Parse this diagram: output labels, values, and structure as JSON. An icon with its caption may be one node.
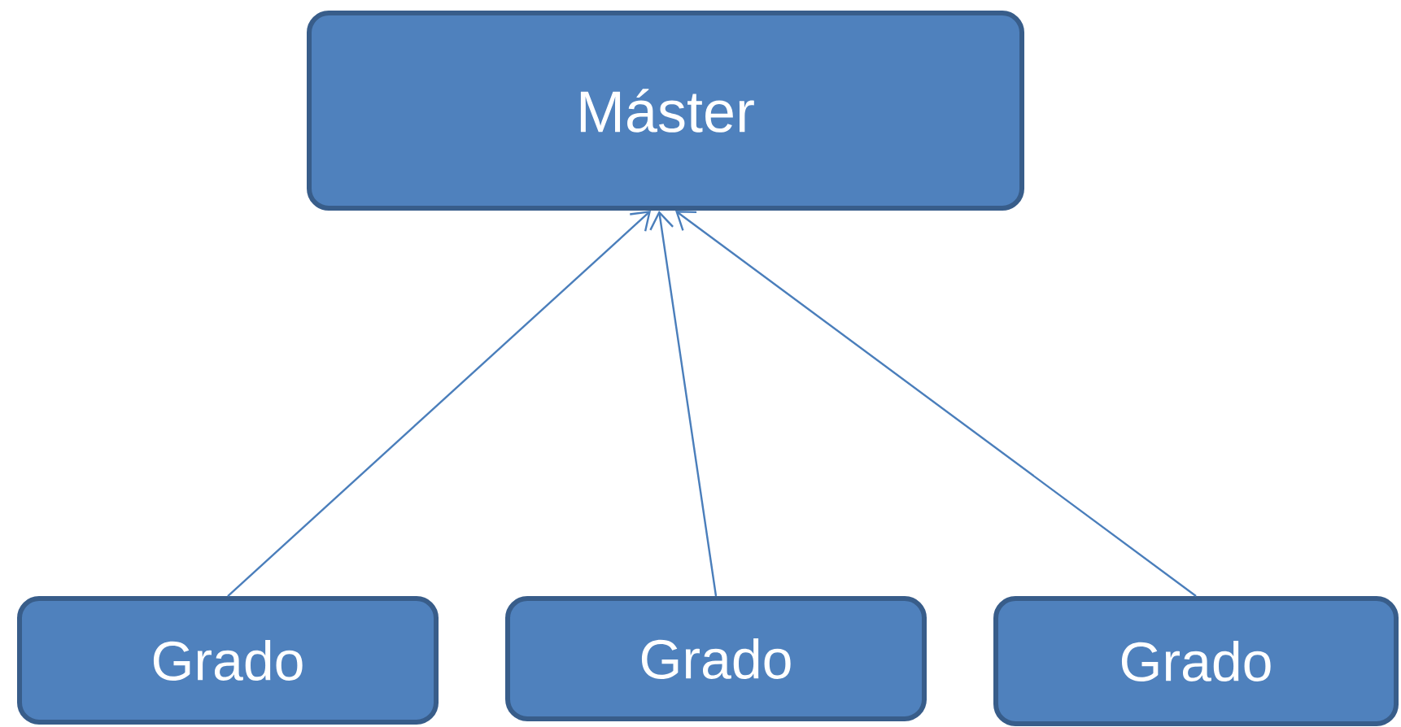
{
  "diagram": {
    "nodes": [
      {
        "text": [
          "Máster"
        ]
      },
      {
        "text": [
          "Grado"
        ]
      },
      {
        "text": [
          "Grado"
        ]
      },
      {
        "text": [
          "Grado"
        ]
      }
    ],
    "edges": [
      {
        "from": 1,
        "to": 0,
        "arrow": "to"
      },
      {
        "from": 2,
        "to": 0,
        "arrow": "to"
      },
      {
        "from": 3,
        "to": 0,
        "arrow": "to"
      }
    ]
  }
}
